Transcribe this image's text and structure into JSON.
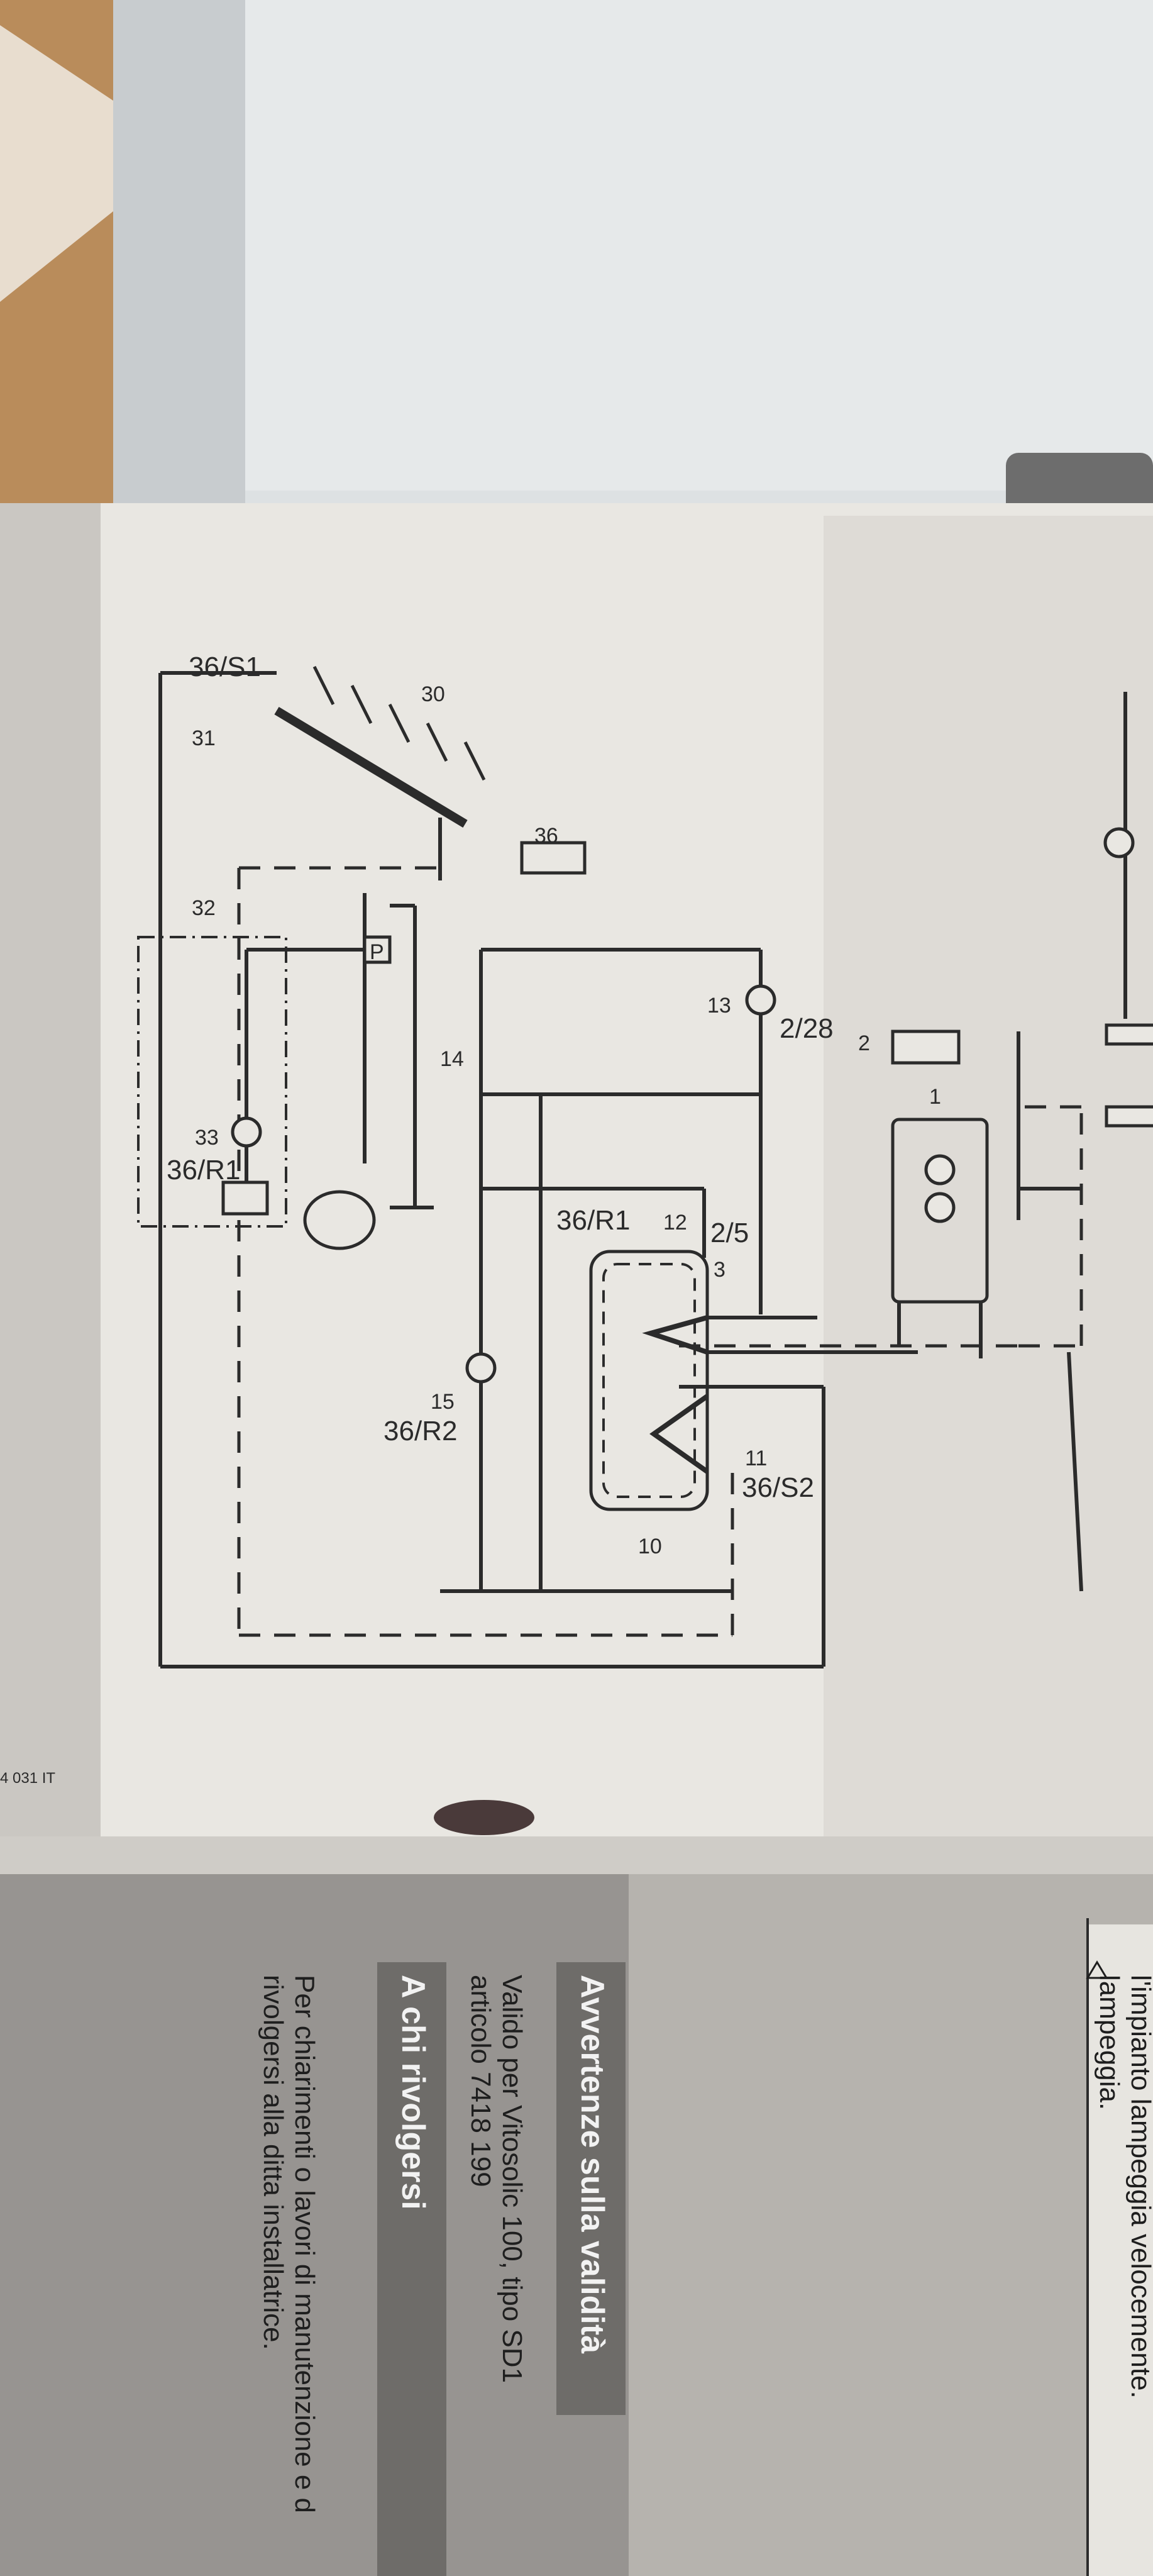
{
  "diagram": {
    "labels": {
      "l_36_s1": "36/S1",
      "l_30": "30",
      "l_31": "31",
      "l_36": "36",
      "l_32": "32",
      "l_p": "P",
      "l_14": "14",
      "l_13": "13",
      "l_2_28": "2/28",
      "l_2": "2",
      "l_1": "1",
      "l_33": "33",
      "l_36_r1_left": "36/R1",
      "l_36_r1_mid": "36/R1",
      "l_12": "12",
      "l_2_5": "2/5",
      "l_3": "3",
      "l_15": "15",
      "l_36_r2": "36/R2",
      "l_11": "11",
      "l_36_s2": "36/S2",
      "l_10": "10",
      "l_code": "4 031 IT"
    }
  },
  "document": {
    "line1": "l'impianto lampeggia velocemente.",
    "line2": "lampeggia.",
    "heading_validity": "Avvertenze sulla validità",
    "validity_line1": "Valido per Vitosolic 100, tipo SD1",
    "validity_line2": "articolo  7418 199",
    "heading_contact": "A chi rivolgersi",
    "contact_line1": "Per chiarimenti o lavori di manutenzione e d",
    "contact_line2": "rivolgersi alla ditta installatrice."
  },
  "colors": {
    "ink": "#2b2b2b",
    "paper": "#e9e7e2",
    "heading_band": "#6e6c69",
    "table_wood": "#b98c5b",
    "background_board": "#d9dde0"
  }
}
